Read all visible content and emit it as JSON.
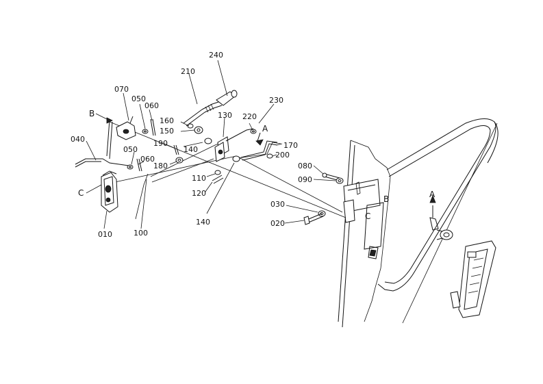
{
  "labels": {
    "p240": "240",
    "p210": "210",
    "p230": "230",
    "p220": "220",
    "p130": "130",
    "p160": "160",
    "p150": "150",
    "p070": "070",
    "p050a": "050",
    "p060a": "060",
    "p040": "040",
    "p190": "190",
    "p140a": "140",
    "p180": "180",
    "p050b": "050",
    "p060b": "060",
    "p170": "170",
    "p200": "200",
    "p110": "110",
    "p120": "120",
    "p140b": "140",
    "p080": "080",
    "p090": "090",
    "p030": "030",
    "p020": "020",
    "p010": "010",
    "p100": "100"
  },
  "refs": {
    "b_left": "B",
    "c_left": "C",
    "a_mid": "A",
    "b_right": "B",
    "c_right": "C",
    "a_right": "A"
  }
}
